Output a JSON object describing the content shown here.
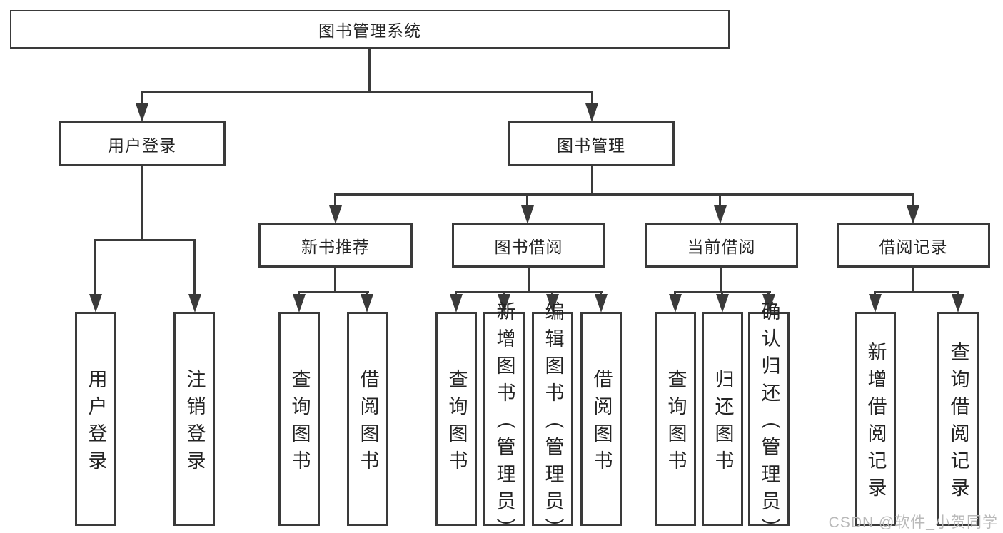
{
  "tree": {
    "label": "图书管理系统",
    "children": [
      {
        "label": "用户登录",
        "children": [
          {
            "label": "用户登录"
          },
          {
            "label": "注销登录"
          }
        ]
      },
      {
        "label": "图书管理",
        "children": [
          {
            "label": "新书推荐",
            "children": [
              {
                "label": "查询图书"
              },
              {
                "label": "借阅图书"
              }
            ]
          },
          {
            "label": "图书借阅",
            "children": [
              {
                "label": "查询图书"
              },
              {
                "label": "新增图书（管理员）"
              },
              {
                "label": "编辑图书（管理员）"
              },
              {
                "label": "借阅图书"
              }
            ]
          },
          {
            "label": "当前借阅",
            "children": [
              {
                "label": "查询图书"
              },
              {
                "label": "归还图书"
              },
              {
                "label": "确认归还（管理员）"
              }
            ]
          },
          {
            "label": "借阅记录",
            "children": [
              {
                "label": "新增借阅记录"
              },
              {
                "label": "查询借阅记录"
              }
            ]
          }
        ]
      }
    ]
  },
  "watermark": {
    "text": "CSDN @软件_小贺同学"
  },
  "colors": {
    "line": "#3a3a3a",
    "text": "#242424",
    "watermark": "#b9b9b9",
    "background": "#ffffff"
  }
}
